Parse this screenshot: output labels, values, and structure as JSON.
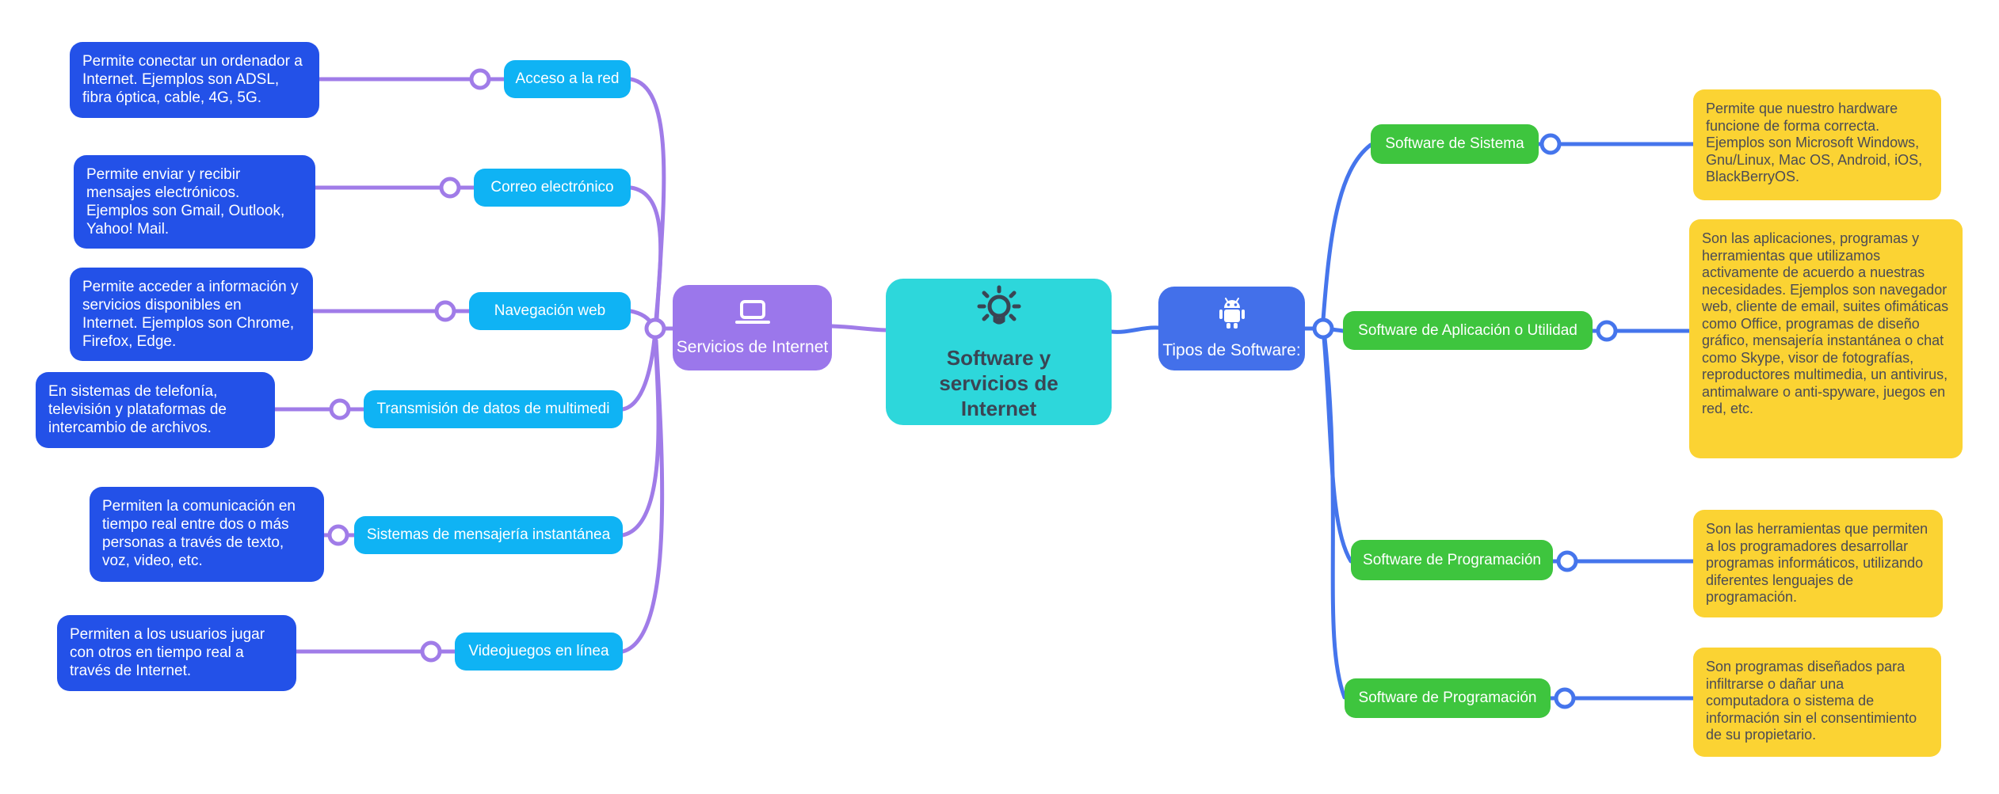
{
  "title": "Software y servicios de Internet",
  "colors": {
    "note_blue": "#2351e8",
    "topic_cyan": "#0fb3f4",
    "branch_purple": "#9b77eb",
    "central_teal": "#2dd7db",
    "branch_blue": "#4370ea",
    "green_node": "#3ec53e",
    "note_yellow": "#fbd333",
    "purple_line": "#a07ce8",
    "blue_line": "#4575ec",
    "central_text": "#3a4554",
    "yellow_text": "#4b4b55"
  },
  "center": {
    "title": "Software y servicios de Internet",
    "icon": "lightbulb-icon"
  },
  "left_branch": {
    "label": "Servicios de Internet",
    "icon": "laptop-icon",
    "children": [
      {
        "label": "Acceso a la red",
        "note": "Permite conectar un ordenador a Internet. Ejemplos son ADSL, fibra óptica, cable, 4G, 5G."
      },
      {
        "label": "Correo electrónico",
        "note": "Permite enviar y recibir mensajes electrónicos. Ejemplos son Gmail, Outlook, Yahoo! Mail."
      },
      {
        "label": "Navegación web",
        "note": "Permite acceder a información y servicios disponibles en Internet. Ejemplos son Chrome, Firefox, Edge."
      },
      {
        "label": "Transmisión de datos de multimedi",
        "note": "En sistemas de telefonía, televisión y plataformas de intercambio de archivos."
      },
      {
        "label": "Sistemas de mensajería instantánea",
        "note": "Permiten la comunicación en tiempo real entre dos o más personas a través de texto, voz, video, etc."
      },
      {
        "label": "Videojuegos en línea",
        "note": "Permiten a los usuarios jugar con otros en tiempo real a través de Internet."
      }
    ]
  },
  "right_branch": {
    "label": "Tipos de Software:",
    "icon": "android-icon",
    "children": [
      {
        "label": "Software de Sistema",
        "note": "Permite que nuestro hardware funcione de forma correcta. Ejemplos son Microsoft Windows, Gnu/Linux, Mac OS, Android, iOS, BlackBerryOS."
      },
      {
        "label": "Software de Aplicación o Utilidad",
        "note": "Son las aplicaciones, programas y herramientas que utilizamos activamente de acuerdo a nuestras necesidades. Ejemplos son navegador web, cliente de email, suites ofimáticas como Office, programas de diseño gráfico, mensajería instantánea o chat como Skype, visor de fotografías, reproductores multimedia, un antivirus, antimalware o anti-spyware, juegos en red, etc."
      },
      {
        "label": "Software de Programación",
        "note": "Son las herramientas que permiten a los programadores desarrollar programas informáticos, utilizando diferentes lenguajes de programación."
      },
      {
        "label": "Software de Programación",
        "note": "Son programas diseñados para infiltrarse o dañar una computadora o sistema de información sin el consentimiento de su propietario."
      }
    ]
  }
}
